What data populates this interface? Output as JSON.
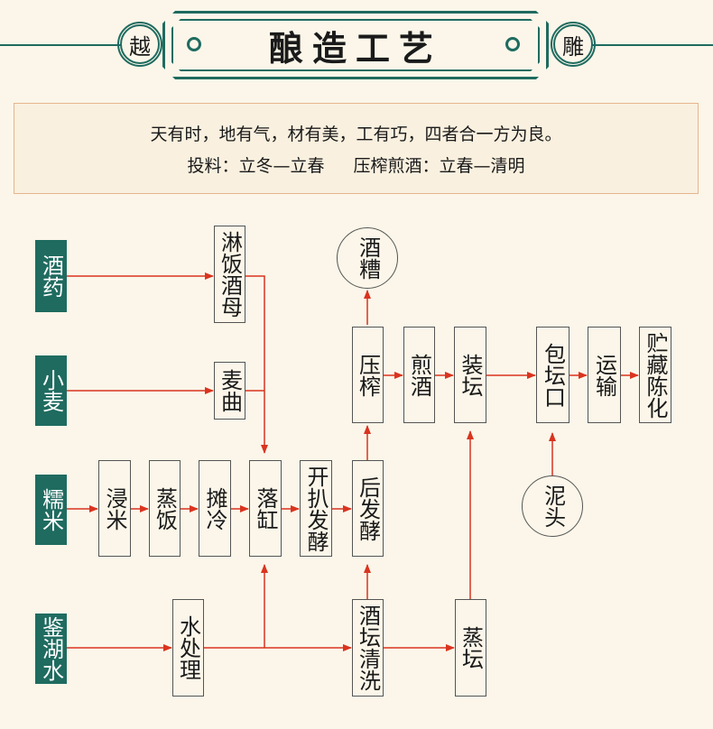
{
  "header": {
    "title": "酿造工艺",
    "seal_left": "越",
    "seal_right": "雕"
  },
  "intro": {
    "line1": "天有时，地有气，材有美，工有巧，四者合一方为良。",
    "line2a": "投料：立冬—立春",
    "line2b": "压榨煎酒：立春—清明"
  },
  "colors": {
    "accent": "#1f6b60",
    "arrow": "#d9341f",
    "background": "#fbf6e9"
  },
  "nodes": {
    "jiuyao": "酒药",
    "xiaomai": "小麦",
    "nuomi": "糯米",
    "jianhushui": "鉴湖水",
    "linfanjiumu": "淋饭酒母",
    "maiqu": "麦曲",
    "jinmi": "浸米",
    "zhengfan": "蒸饭",
    "tanleng": "摊冷",
    "luogang": "落缸",
    "kaipafajiao": "开扒发酵",
    "houfajiao": "后发酵",
    "yazha": "压榨",
    "jianjiu": "煎酒",
    "zhuangtan": "装坛",
    "baotankou": "包坛口",
    "yunshu": "运输",
    "zhucangchenhua": "贮藏陈化",
    "jiuzao": "酒糟",
    "nitou": "泥头",
    "shuichuli": "水处理",
    "jiutanqingxi": "酒坛清洗",
    "zhengtan": "蒸坛"
  }
}
